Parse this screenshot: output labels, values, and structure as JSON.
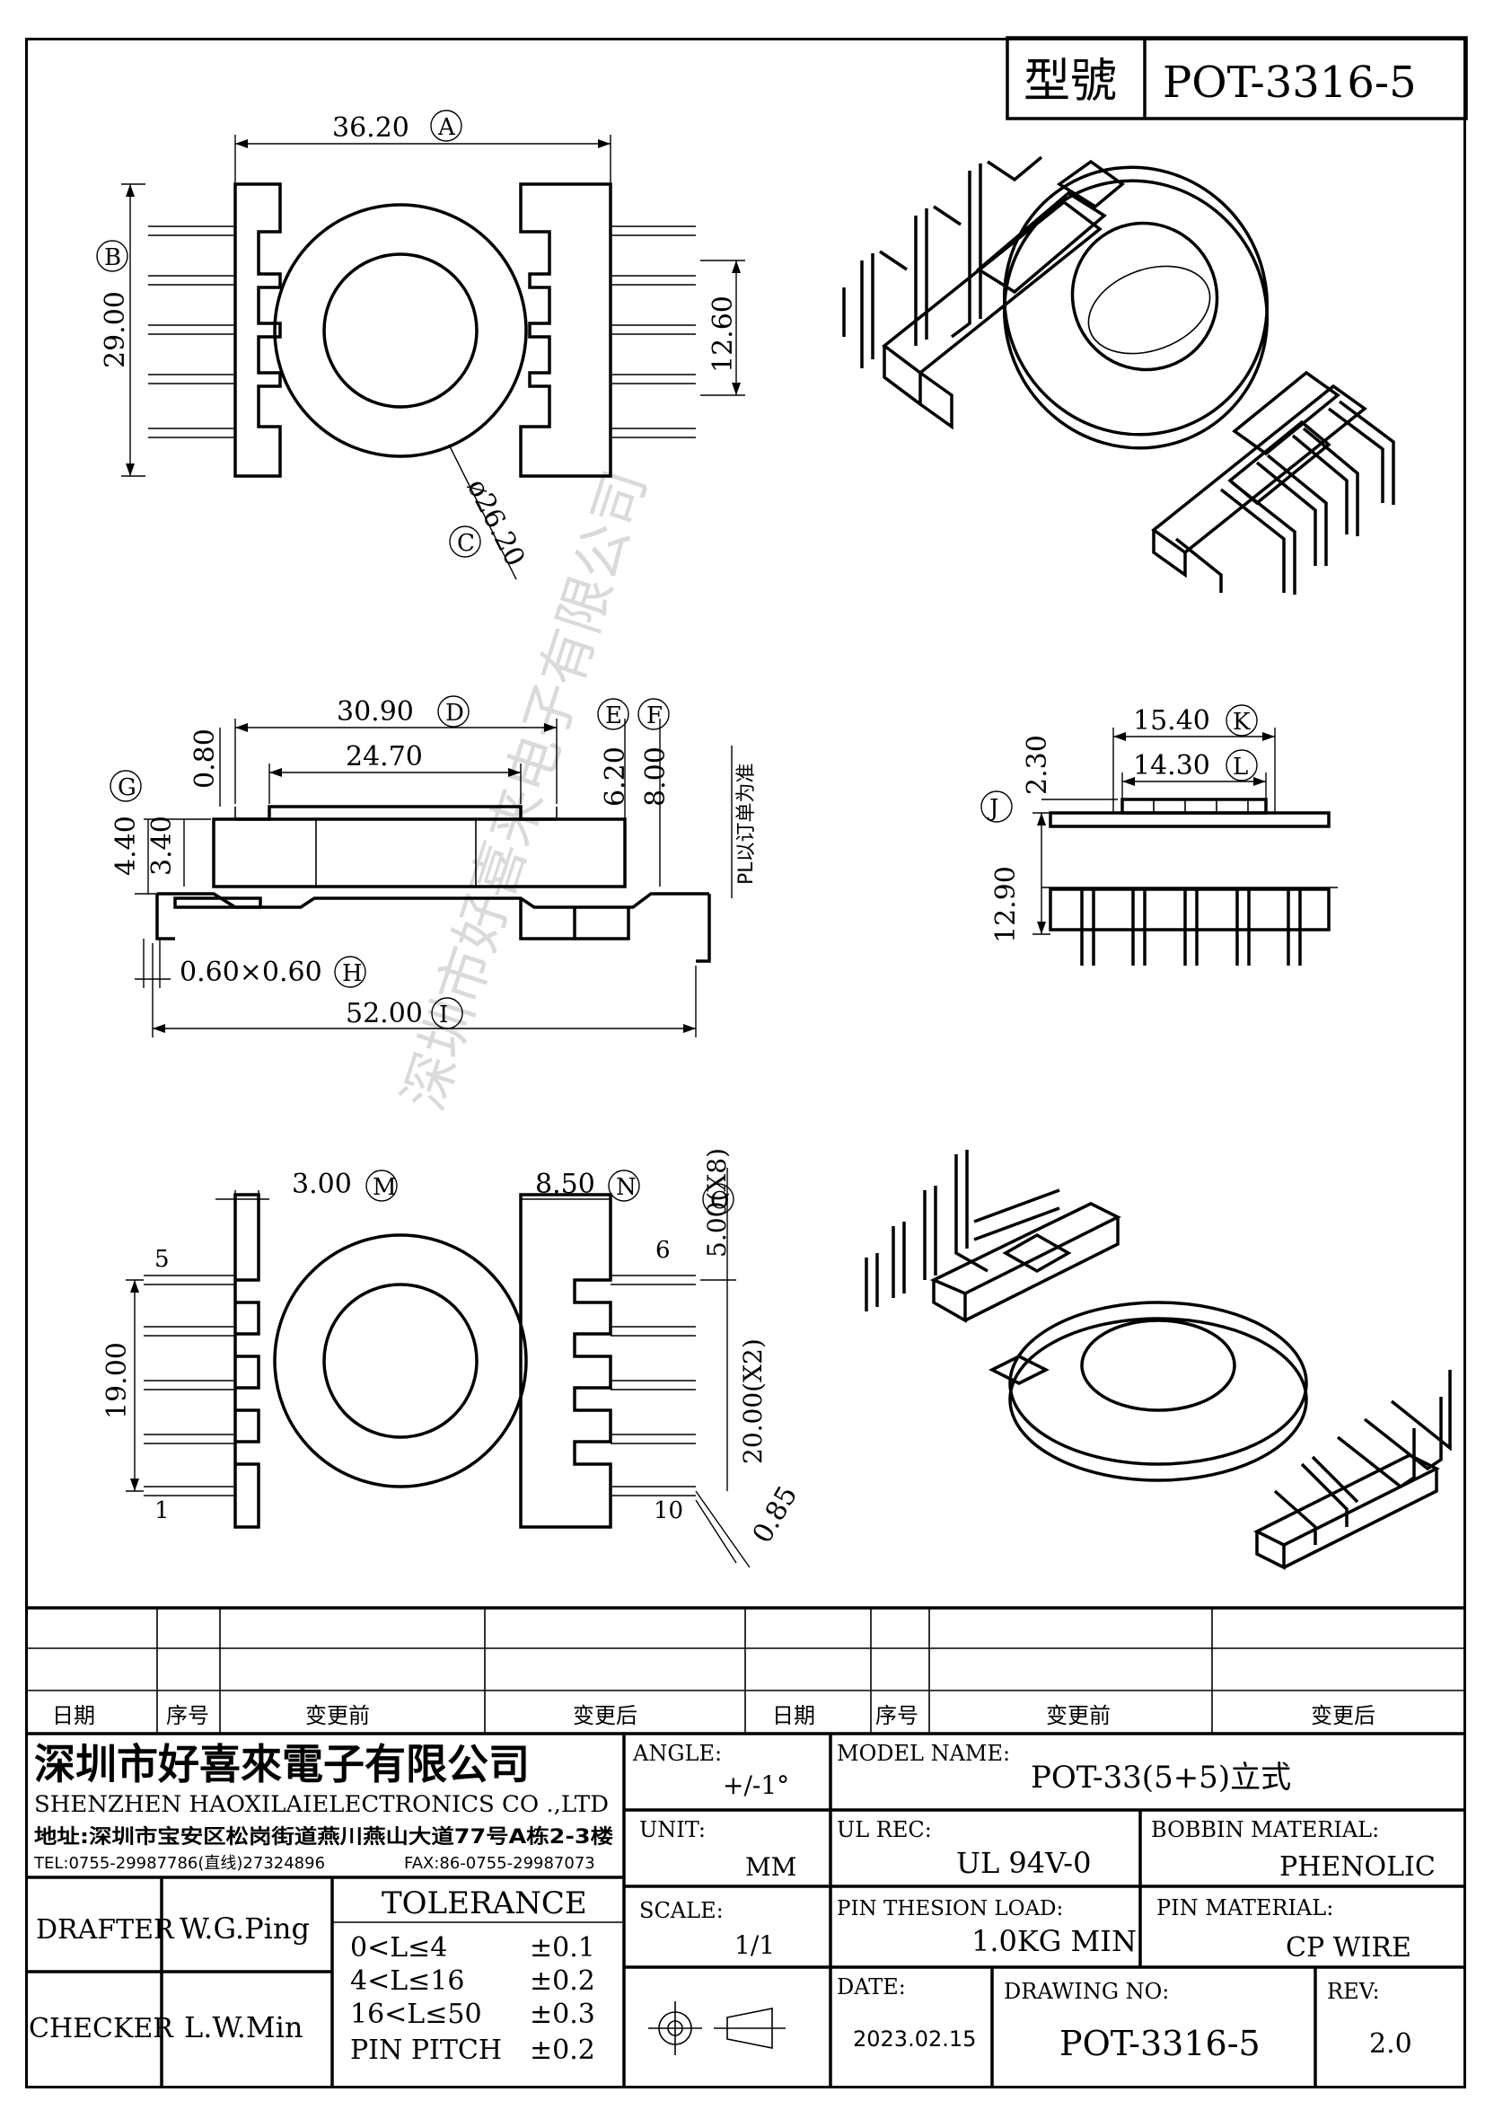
{
  "header": {
    "model_label": "型號",
    "model_value": "POT-3316-5"
  },
  "top_view": {
    "dim_a": "36.20",
    "dim_a_tag": "A",
    "dim_b": "29.00",
    "dim_b_tag": "B",
    "dim_pin_span": "12.60",
    "dim_c": "ø26.20",
    "dim_c_tag": "C"
  },
  "side_view": {
    "dim_d": "30.90",
    "dim_d_tag": "D",
    "dim_inner": "24.70",
    "dim_e": "6.20",
    "dim_e_tag": "E",
    "dim_f": "8.00",
    "dim_f_tag": "F",
    "dim_top_step": "0.80",
    "dim_g": "4.40",
    "dim_g_tag": "G",
    "dim_flange": "3.40",
    "dim_h": "0.60×0.60",
    "dim_h_tag": "H",
    "dim_i": "52.00",
    "dim_i_tag": "I",
    "note_pl": "PL以订单为准"
  },
  "end_view": {
    "dim_k": "15.40",
    "dim_k_tag": "K",
    "dim_l": "14.30",
    "dim_l_tag": "L",
    "dim_top": "2.30",
    "dim_j": "12.90",
    "dim_j_tag": "J"
  },
  "bottom_view": {
    "dim_m": "3.00",
    "dim_m_tag": "M",
    "dim_n": "8.50",
    "dim_n_tag": "N",
    "dim_o": "5.00(X8)",
    "dim_o_tag": "O",
    "dim_span": "19.00",
    "dim_row": "20.00(X2)",
    "dim_pin": "0.85",
    "pin_5": "5",
    "pin_6": "6",
    "pin_1": "1",
    "pin_10": "10"
  },
  "watermark": "深圳市好喜来电子有限公司",
  "revision_table": {
    "headers": [
      "日期",
      "序号",
      "变更前",
      "变更后",
      "日期",
      "序号",
      "变更前",
      "变更后"
    ]
  },
  "title_block": {
    "company_cn": "深圳市好喜來電子有限公司",
    "company_en": "SHENZHEN HAOXILAIELECTRONICS CO .,LTD",
    "address": "地址:深圳市宝安区松岗街道燕川燕山大道77号A栋2-3楼",
    "tel": "TEL:0755-29987786(直线)27324896",
    "fax": "FAX:86-0755-29987073",
    "angle_label": "ANGLE:",
    "angle_value": "+/-1°",
    "model_name_label": "MODEL NAME:",
    "model_name_value": "POT-33(5+5)立式",
    "unit_label": "UNIT:",
    "unit_value": "MM",
    "ul_label": "UL REC:",
    "ul_value": "UL 94V-0",
    "bobbin_label": "BOBBIN MATERIAL:",
    "bobbin_value": "PHENOLIC",
    "scale_label": "SCALE:",
    "scale_value": "1/1",
    "pin_load_label": "PIN THESION LOAD:",
    "pin_load_value": "1.0KG MIN",
    "pin_mat_label": "PIN MATERIAL:",
    "pin_mat_value": "CP   WIRE",
    "date_label": "DATE:",
    "date_value": "2023.02.15",
    "drawing_no_label": "DRAWING NO:",
    "drawing_no_value": "POT-3316-5",
    "rev_label": "REV:",
    "rev_value": "2.0",
    "drafter_label": "DRAFTER",
    "drafter_value": "W.G.Ping",
    "checker_label": "CHECKER",
    "checker_value": "L.W.Min",
    "tolerance_title": "TOLERANCE",
    "tolerance_rows": [
      {
        "range": "0<L≤4",
        "value": "±0.1"
      },
      {
        "range": "4<L≤16",
        "value": "±0.2"
      },
      {
        "range": "16<L≤50",
        "value": "±0.3"
      },
      {
        "range": "PIN PITCH",
        "value": "±0.2"
      }
    ]
  }
}
